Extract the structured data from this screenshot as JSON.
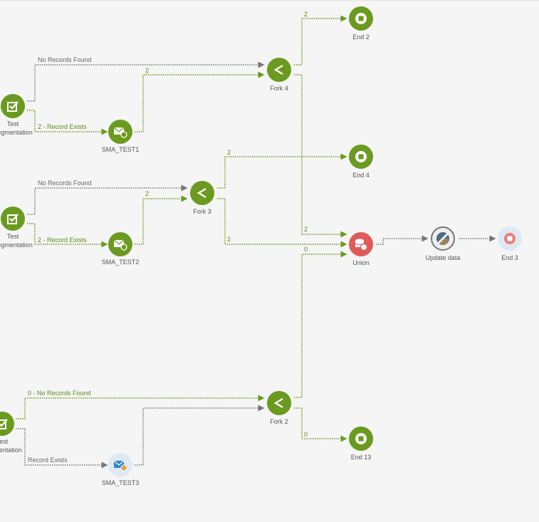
{
  "colors": {
    "green": "#6a9a1f",
    "red": "#e05a5a",
    "grey": "#777777",
    "disabled": "#dfe9f1"
  },
  "nodes": {
    "test1": {
      "label": "Test\nSegmentation",
      "icon": "checkbox-icon"
    },
    "test2": {
      "label": "Test\nSegmentation",
      "icon": "checkbox-icon"
    },
    "test3": {
      "label": "Test\nSegmentation",
      "icon": "checkbox-icon"
    },
    "sma1": {
      "label": "SMA_TEST1",
      "icon": "email-refresh-icon"
    },
    "sma2": {
      "label": "SMA_TEST2",
      "icon": "email-refresh-icon"
    },
    "sma3": {
      "label": "SMA_TEST3",
      "icon": "email-refresh-icon"
    },
    "fork4": {
      "label": "Fork 4",
      "icon": "fork-icon"
    },
    "fork3": {
      "label": "Fork 3",
      "icon": "fork-icon"
    },
    "fork2": {
      "label": "Fork 2",
      "icon": "fork-icon"
    },
    "end2": {
      "label": "End 2",
      "icon": "stop-icon"
    },
    "end4": {
      "label": "End 4",
      "icon": "stop-icon"
    },
    "end13": {
      "label": "End 13",
      "icon": "stop-icon"
    },
    "union": {
      "label": "Union",
      "icon": "database-union-icon"
    },
    "update": {
      "label": "Update data",
      "icon": "update-data-disabled-icon"
    },
    "end3": {
      "label": "End 3",
      "icon": "stop-icon"
    }
  },
  "edges": {
    "t1_no": "No Records Found",
    "t1_yes": "2 - Record Exists",
    "sma1_out": "2",
    "f4_end2": "2",
    "f4_union": "2",
    "t2_no": "No Records Found",
    "t2_yes": "2 - Record Exists",
    "sma2_out": "2",
    "f3_end4": "2",
    "f3_union": "2",
    "f2_union": "0",
    "t3_no": "0 - No Records Found",
    "t3_yes": "Record Exists",
    "f2_end13": "0"
  }
}
